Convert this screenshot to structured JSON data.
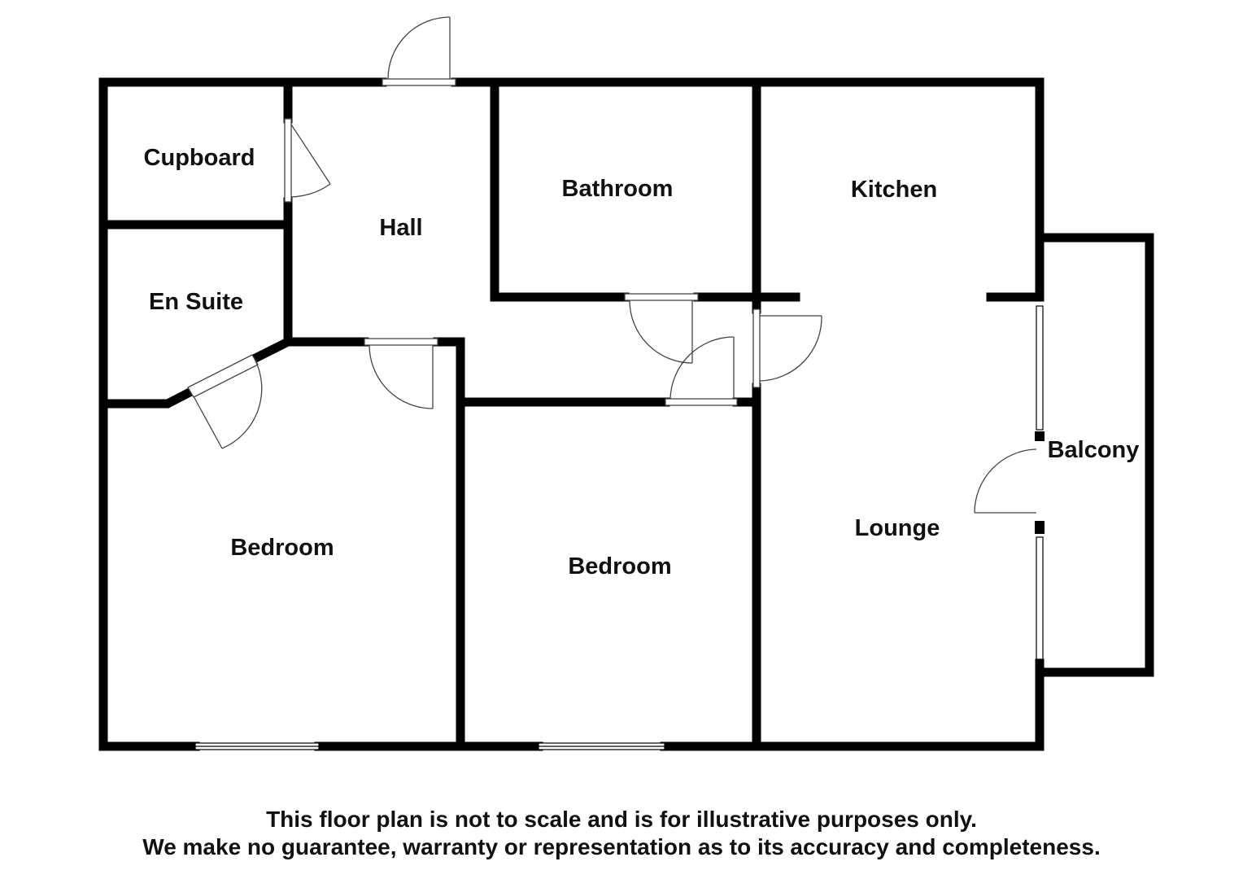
{
  "rooms": {
    "cupboard": "Cupboard",
    "hall": "Hall",
    "bathroom": "Bathroom",
    "kitchen": "Kitchen",
    "en_suite": "En Suite",
    "bedroom_1": "Bedroom",
    "bedroom_2": "Bedroom",
    "lounge": "Lounge",
    "balcony": "Balcony"
  },
  "disclaimer": {
    "line1": "This floor plan is not to scale and is for illustrative purposes only.",
    "line2": "We make no guarantee, warranty or representation as to its accuracy and completeness."
  },
  "colors": {
    "wall": "#000000",
    "background": "#ffffff",
    "door_line": "#555555"
  }
}
